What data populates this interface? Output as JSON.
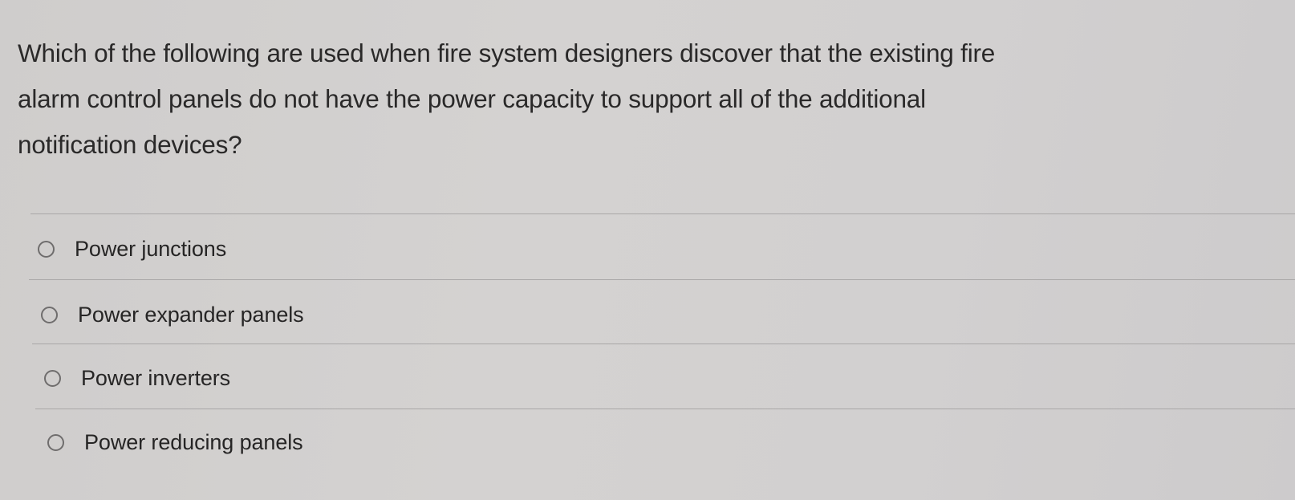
{
  "question": {
    "lines": [
      "Which of the following are used when fire system designers discover that the existing fire",
      "alarm control panels do not have the power capacity to support all of the additional",
      "notification devices?"
    ]
  },
  "options": [
    {
      "label": "Power junctions",
      "selected": false
    },
    {
      "label": "Power expander panels",
      "selected": false
    },
    {
      "label": "Power inverters",
      "selected": false
    },
    {
      "label": "Power reducing panels",
      "selected": false
    }
  ],
  "colors": {
    "background": "#d2d0cf",
    "text": "#2a2929",
    "divider": "#a9a7a7",
    "radio_border": "#6f6d6d"
  }
}
